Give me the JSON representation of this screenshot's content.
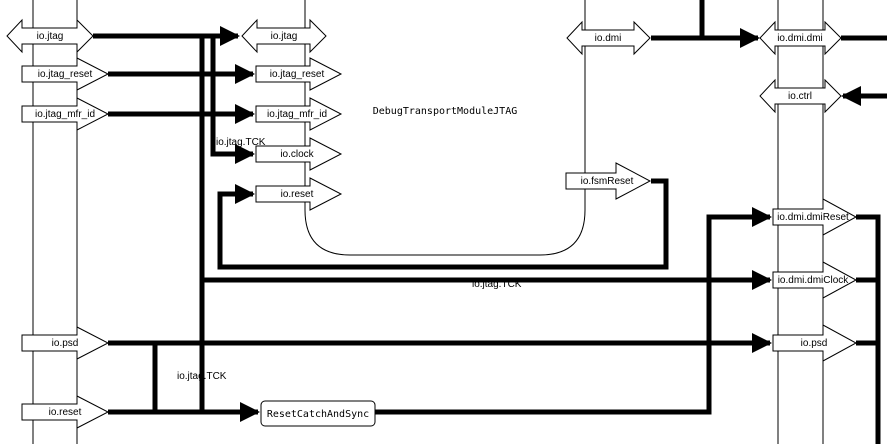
{
  "modules": {
    "dtm": "DebugTransportModuleJTAG",
    "reset_sync": "ResetCatchAndSync"
  },
  "left_ports": {
    "jtag": "io.jtag",
    "jtag_reset": "io.jtag_reset",
    "jtag_mfr_id": "io.jtag_mfr_id",
    "psd": "io.psd",
    "reset": "io.reset"
  },
  "dtm_ports": {
    "jtag": "io.jtag",
    "jtag_reset": "io.jtag_reset",
    "jtag_mfr_id": "io.jtag_mfr_id",
    "clock": "io.clock",
    "reset": "io.reset",
    "dmi": "io.dmi",
    "fsm_reset": "io.fsmReset"
  },
  "right_ports": {
    "dmi": "io.dmi.dmi",
    "ctrl": "io.ctrl",
    "dmi_reset": "io.dmi.dmiReset",
    "dmi_clock": "io.dmi.dmiClock",
    "psd": "io.psd"
  },
  "wire_labels": {
    "tck_dtm_clock": "io.jtag.TCK",
    "tck_dmi_clock": "io.jtag.TCK",
    "tck_reset_sync": "io.jtag.TCK"
  },
  "colors": {
    "stroke": "#000000",
    "fill": "#ffffff",
    "background": "#ffffff"
  }
}
